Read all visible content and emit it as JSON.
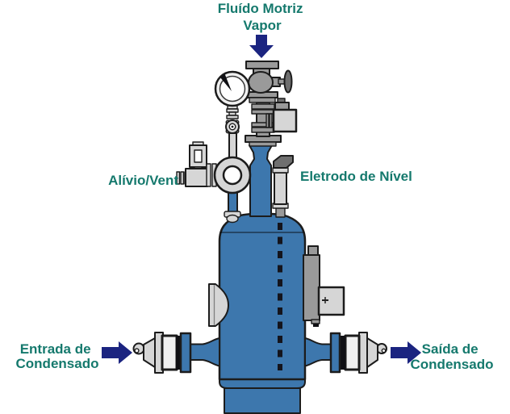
{
  "diagram": {
    "labels": {
      "motive_fluid": {
        "line1": "Fluído Motriz",
        "line2": "Vapor"
      },
      "vent": "Alívio/Vent",
      "level_electrode": "Eletrodo de Nível",
      "condensate_inlet": {
        "line1": "Entrada de",
        "line2": "Condensado"
      },
      "condensate_outlet": {
        "line1": "Saída de",
        "line2": "Condensado"
      }
    },
    "components": [
      "motive-steam-down-arrow",
      "steam-isolation-globe-valve",
      "motive-valve-actuator",
      "pressure-gauge",
      "gauge-isolation-valve",
      "siphon-loop",
      "vent-relief-valve",
      "level-electrode",
      "condensate-vessel",
      "manway-cover",
      "level-controller-bracket",
      "inlet-check-valve",
      "outlet-check-valve",
      "inlet-flow-arrow",
      "outlet-flow-arrow"
    ],
    "colors": {
      "label_teal": "#15796d",
      "arrow_navy": "#1b2480",
      "vessel_blue": "#3d77ad",
      "gray_light": "#d6d6d6",
      "gray_mid": "#9a9a9a",
      "gray_dark": "#6f6f6f",
      "outline": "#1c1c1c"
    }
  }
}
